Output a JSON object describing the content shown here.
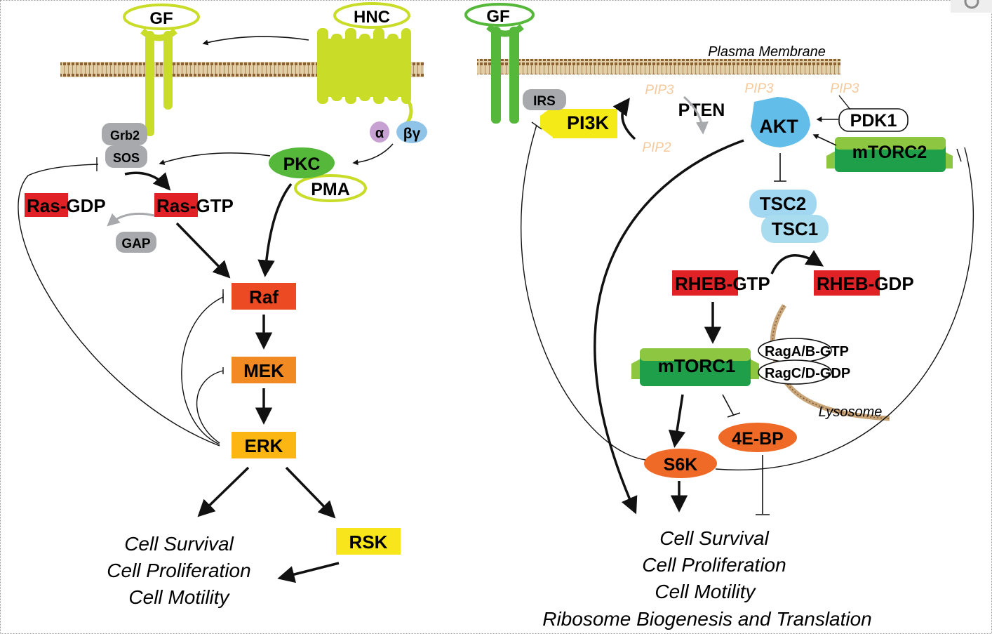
{
  "colors": {
    "receptor_left": "#c8dc28",
    "receptor_right": "#56b83a",
    "membrane": "#b0885a",
    "ras_red": "#e02227",
    "raf": "#ec4a23",
    "mek": "#f18a22",
    "erk": "#fbb613",
    "rsk": "#f9e51c",
    "pi3k": "#f4ea18",
    "akt": "#62bde8",
    "tsc": "#aadcf0",
    "mtorc_dark": "#1f9f49",
    "mtorc_light": "#8dc641",
    "oval_orange": "#ef6a26",
    "adaptor_gray": "#a7a9ac",
    "pip_text": "#f6c99b",
    "alpha_purple": "#c6a1d1",
    "beta_blue": "#8fc3e8"
  },
  "left": {
    "gf": "GF",
    "hnc": "HNC",
    "grb2": "Grb2",
    "sos": "SOS",
    "alpha": "α",
    "beta_gamma": "βγ",
    "pkc": "PKC",
    "pma": "PMA",
    "ras_gdp": {
      "ras": "Ras",
      "suffix": "-GDP"
    },
    "ras_gtp": {
      "ras": "Ras",
      "suffix": "-GTP"
    },
    "gap": "GAP",
    "raf": "Raf",
    "mek": "MEK",
    "erk": "ERK",
    "rsk": "RSK",
    "outcomes": [
      "Cell Survival",
      "Cell Proliferation",
      "Cell Motility"
    ]
  },
  "right": {
    "gf": "GF",
    "plasma_membrane": "Plasma Membrane",
    "irs": "IRS",
    "pi3k": "PI3K",
    "pip3_a": "PIP3",
    "pip2": "PIP2",
    "pten": "PTEN",
    "pip3_b": "PIP3",
    "pip3_c": "PIP3",
    "akt": "AKT",
    "pdk1": "PDK1",
    "mtorc2": "mTORC2",
    "tsc2": "TSC2",
    "tsc1": "TSC1",
    "rheb_gtp": {
      "rheb": "RHEB",
      "suffix": "-GTP"
    },
    "rheb_gdp": {
      "rheb": "RHEB",
      "suffix": "-GDP"
    },
    "mtorc1": "mTORC1",
    "rag_ab": {
      "name": "RagA/B",
      "suffix": "-GTP"
    },
    "rag_cd": {
      "name": "RagC/D",
      "suffix": "-GDP"
    },
    "lysosome": "Lysosome",
    "s6k": "S6K",
    "ebp": "4E-BP",
    "outcomes": [
      "Cell Survival",
      "Cell Proliferation",
      "Cell Motility",
      "Ribosome Biogenesis and Translation"
    ]
  }
}
